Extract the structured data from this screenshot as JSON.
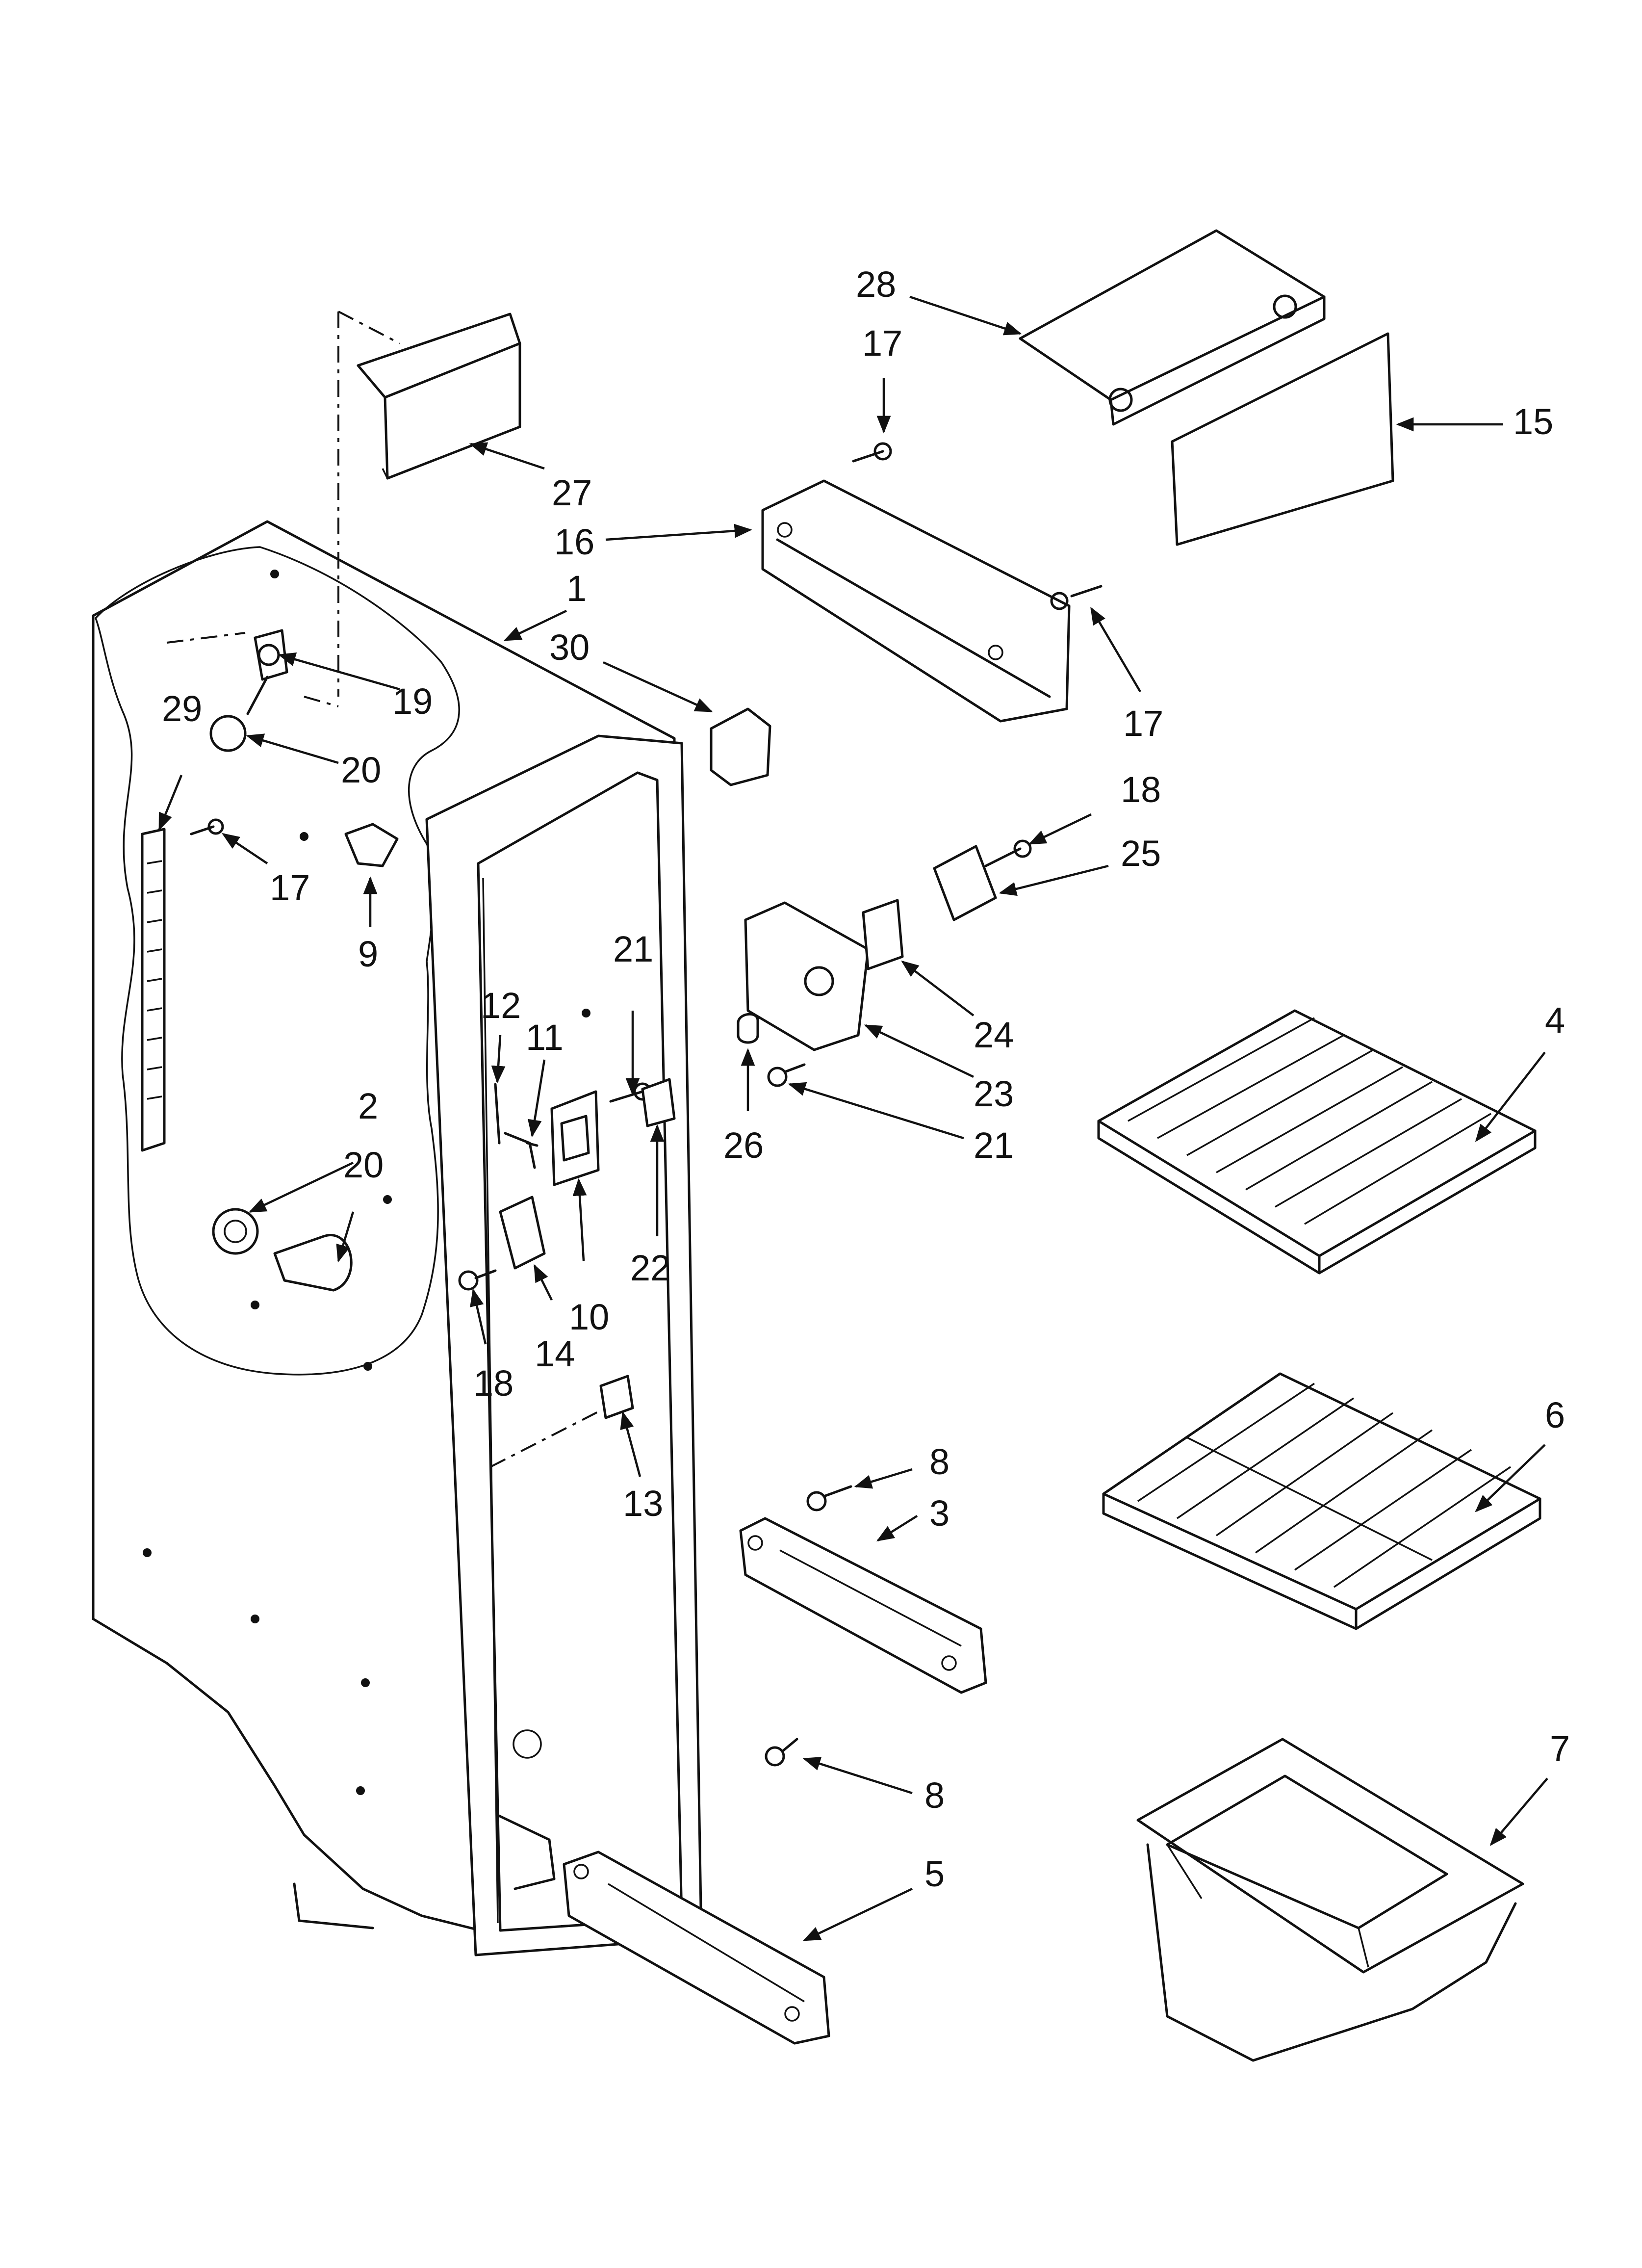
{
  "callouts": [
    {
      "key": "c1",
      "text": "1"
    },
    {
      "key": "c2",
      "text": "2"
    },
    {
      "key": "c3",
      "text": "3"
    },
    {
      "key": "c4",
      "text": "4"
    },
    {
      "key": "c5",
      "text": "5"
    },
    {
      "key": "c6",
      "text": "6"
    },
    {
      "key": "c7",
      "text": "7"
    },
    {
      "key": "c8a",
      "text": "8"
    },
    {
      "key": "c8b",
      "text": "8"
    },
    {
      "key": "c9",
      "text": "9"
    },
    {
      "key": "c10",
      "text": "10"
    },
    {
      "key": "c11",
      "text": "11"
    },
    {
      "key": "c12",
      "text": "12"
    },
    {
      "key": "c13",
      "text": "13"
    },
    {
      "key": "c14",
      "text": "14"
    },
    {
      "key": "c15",
      "text": "15"
    },
    {
      "key": "c16",
      "text": "16"
    },
    {
      "key": "c17a",
      "text": "17"
    },
    {
      "key": "c17b",
      "text": "17"
    },
    {
      "key": "c17c",
      "text": "17"
    },
    {
      "key": "c18a",
      "text": "18"
    },
    {
      "key": "c18b",
      "text": "18"
    },
    {
      "key": "c19",
      "text": "19"
    },
    {
      "key": "c20a",
      "text": "20"
    },
    {
      "key": "c20b",
      "text": "20"
    },
    {
      "key": "c21a",
      "text": "21"
    },
    {
      "key": "c21b",
      "text": "21"
    },
    {
      "key": "c22",
      "text": "22"
    },
    {
      "key": "c23",
      "text": "23"
    },
    {
      "key": "c24",
      "text": "24"
    },
    {
      "key": "c25",
      "text": "25"
    },
    {
      "key": "c26",
      "text": "26"
    },
    {
      "key": "c27",
      "text": "27"
    },
    {
      "key": "c28",
      "text": "28"
    },
    {
      "key": "c29",
      "text": "29"
    },
    {
      "key": "c30",
      "text": "30"
    }
  ]
}
